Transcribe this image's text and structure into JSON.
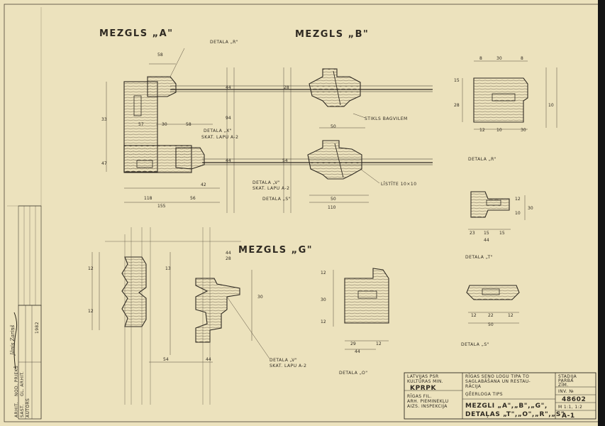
{
  "titles": {
    "a": "MEZGLS „A\"",
    "b": "MEZGLS „B\"",
    "g": "MEZGLS „G\""
  },
  "details": {
    "r_top": "DETALA „R\"",
    "x_top": "DETALA „X\"",
    "x_sub": "SKAT. LAPU A-2",
    "v": "DETALA „V\"",
    "v_sub": "SKAT. LAPU A-2",
    "s_mid": "DETALA „S\"",
    "r": "DETALA „R\"",
    "t": "DETALA „T\"",
    "s": "DETALA „S\"",
    "o": "DETALA „O\"",
    "g_bottom": "DETALA „V\"",
    "g_bottom_sub": "SKAT. LAPU A-2",
    "stikls": "STIKLS BAGVILEM",
    "listite": "LĪSTĪTE 10×10"
  },
  "titleblock": {
    "org1": "LATVIJAS PSR",
    "org2": "KULTŪRAS MIN.",
    "org_main": "KPRPK",
    "org3": "RĪGAS FIL.",
    "org4": "ARH. PIEMINEKĻU",
    "org5": "AIZS. INSPEKCIJA",
    "project1": "RĪGAS SENO LOGU TIPA TO",
    "project2": "SAGLABĀŠANA UN RESTAU-",
    "project3": "RĀCIJA",
    "project4": "ĢĒERLOGA TIPS",
    "sheet_title1": "MEZGLI „A\",„B\",„G\",",
    "sheet_title2": "DETAĻAS „T\",„O\",„R\",„S\"",
    "stage1": "STADIJA",
    "stage2": "PARBA",
    "stage3": "ZĪM.",
    "inv_label": "INV. №",
    "inv_no": "48602",
    "scale": "M 1:1, 1:2",
    "sheet_no": "A-1"
  },
  "side_block": {
    "rows": [
      "SAST.",
      "ARHIT.",
      "AUTORS",
      "GL. ARHIT.",
      "NOD. PRIEKŠ"
    ],
    "date": "1982",
    "signature": "Jānis Zariņš"
  },
  "dims_a": [
    "58",
    "57",
    "30",
    "58",
    "44",
    "28",
    "42",
    "118",
    "56",
    "155",
    "33",
    "47"
  ],
  "dims_b": [
    "50",
    "50",
    "110",
    "44",
    "94",
    "54"
  ],
  "dims_r": [
    "8",
    "30",
    "8",
    "15",
    "28",
    "12",
    "10",
    "30",
    "10"
  ],
  "dims_t": [
    "23",
    "15",
    "15",
    "44",
    "12",
    "30",
    "10"
  ],
  "dims_s": [
    "12",
    "22",
    "12",
    "50"
  ],
  "dims_o": [
    "12",
    "30",
    "12",
    "29",
    "44",
    "12"
  ],
  "dims_g": [
    "44",
    "28",
    "12",
    "54",
    "44",
    "30",
    "12",
    "13"
  ],
  "colors": {
    "paper": "#ece2bd",
    "ink": "#2f2a22",
    "frame": "#141414"
  }
}
